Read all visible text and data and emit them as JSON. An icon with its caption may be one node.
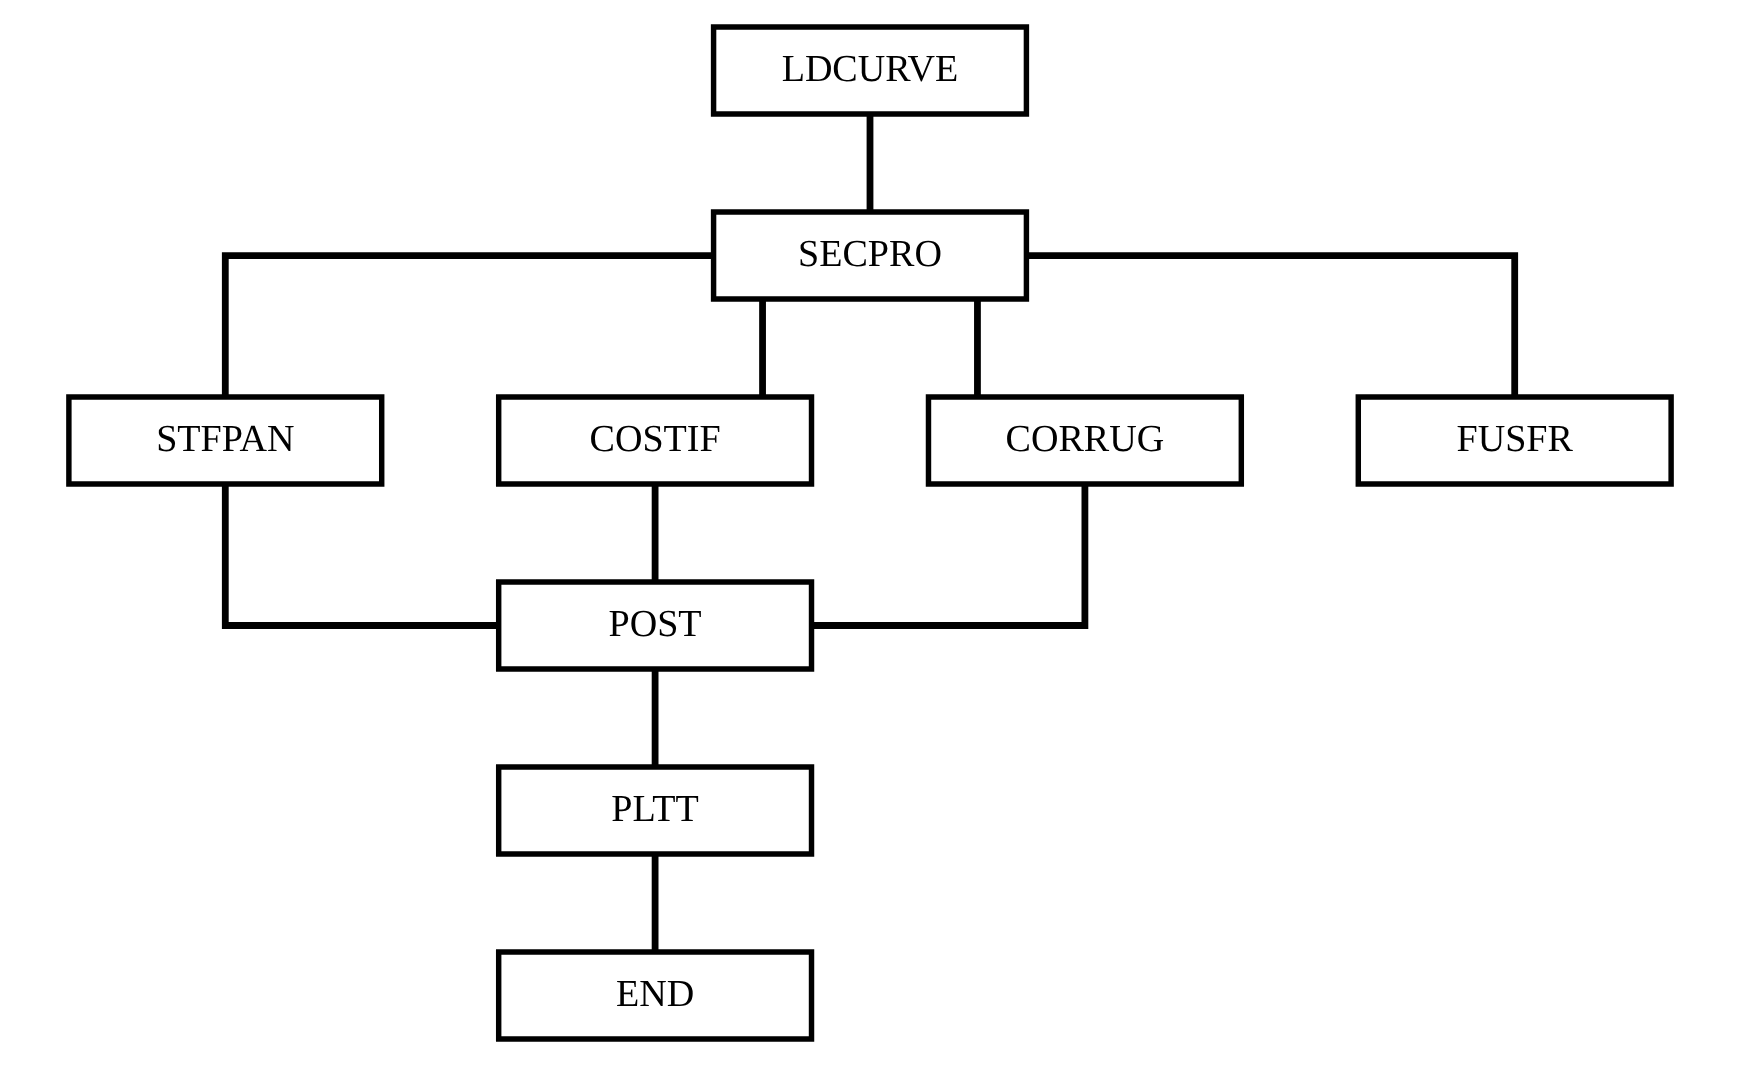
{
  "diagram": {
    "nodes": [
      {
        "text": [
          "LDCURVE"
        ]
      },
      {
        "text": [
          "SECPRO"
        ]
      },
      {
        "text": [
          "STFPAN"
        ]
      },
      {
        "text": [
          "COSTIF"
        ]
      },
      {
        "text": [
          "CORRUG"
        ]
      },
      {
        "text": [
          "FUSFR"
        ]
      },
      {
        "text": [
          "POST"
        ]
      },
      {
        "text": [
          "PLTT"
        ]
      },
      {
        "text": [
          "END"
        ]
      }
    ],
    "edges": [
      {
        "from": 0,
        "to": 1,
        "arrow": "none"
      },
      {
        "from": 1,
        "to": 2,
        "arrow": "none"
      },
      {
        "from": 1,
        "to": 3,
        "arrow": "none"
      },
      {
        "from": 1,
        "to": 4,
        "arrow": "none"
      },
      {
        "from": 1,
        "to": 5,
        "arrow": "none"
      },
      {
        "from": 2,
        "to": 6,
        "arrow": "none"
      },
      {
        "from": 3,
        "to": 6,
        "arrow": "none"
      },
      {
        "from": 4,
        "to": 6,
        "arrow": "none"
      },
      {
        "from": 6,
        "to": 7,
        "arrow": "none"
      },
      {
        "from": 7,
        "to": 8,
        "arrow": "none"
      }
    ]
  }
}
